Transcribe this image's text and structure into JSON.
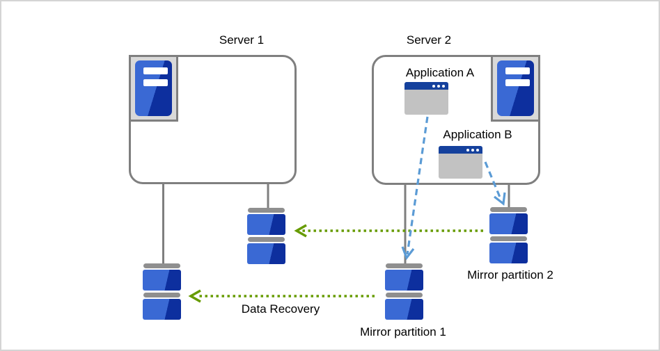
{
  "labels": {
    "server1": "Server 1",
    "server2": "Server 2",
    "application_a": "Application A",
    "application_b": "Application B",
    "mirror_partition_1": "Mirror partition 1",
    "mirror_partition_2": "Mirror partition 2",
    "data_recovery": "Data Recovery"
  },
  "icons": {
    "server_tower": "server-tower-icon",
    "application_window": "application-window-icon",
    "disk_partition": "disk-partition-icon"
  },
  "colors": {
    "disk_blue_light": "#3a69d4",
    "disk_blue_dark": "#0d2f9e",
    "app_titlebar_blue": "#15419d",
    "connector_gray": "#7f7f7f",
    "icon_bg_gray": "#d9d9d9",
    "icon_cap_gray": "#8f8f8f",
    "arrow_green": "#679b00",
    "arrow_blue": "#5b9bd5",
    "canvas_border": "#d4d4d4",
    "label_color": "#000000"
  }
}
